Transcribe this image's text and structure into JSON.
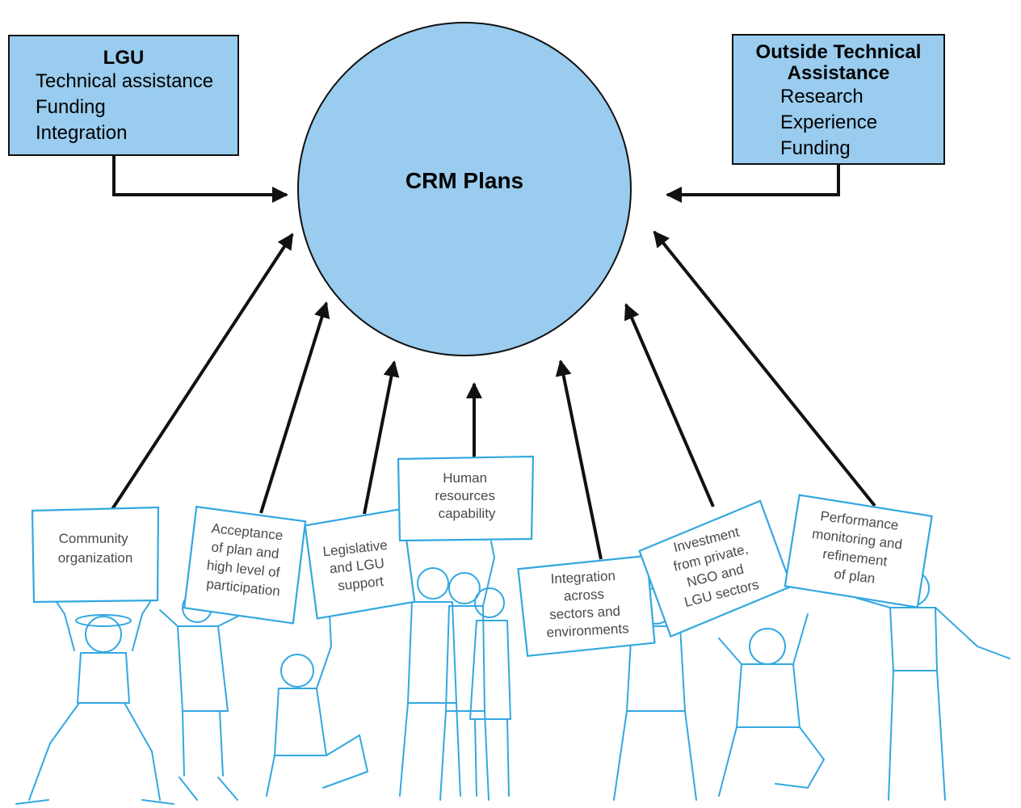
{
  "center": {
    "label": "CRM Plans",
    "color": "#99ccee"
  },
  "lgu": {
    "title": "LGU",
    "items": [
      "Technical assistance",
      "Funding",
      "Integration"
    ]
  },
  "outside": {
    "title_line1": "Outside Technical",
    "title_line2": "Assistance",
    "items": [
      "Research",
      "Experience",
      "Funding"
    ]
  },
  "signs": [
    {
      "lines": [
        "Community",
        "organization"
      ]
    },
    {
      "lines": [
        "Acceptance",
        "of plan and",
        "high level of",
        "participation"
      ]
    },
    {
      "lines": [
        "Legislative",
        "and LGU",
        "support"
      ]
    },
    {
      "lines": [
        "Human",
        "resources",
        "capability"
      ]
    },
    {
      "lines": [
        "Integration",
        "across",
        "sectors and",
        "environments"
      ]
    },
    {
      "lines": [
        "Investment",
        "from private,",
        "NGO and",
        "LGU sectors"
      ]
    },
    {
      "lines": [
        "Performance",
        "monitoring and",
        "refinement",
        "of plan"
      ]
    }
  ],
  "colors": {
    "box_fill": "#99ccee",
    "sketch": "#33a8e0",
    "arrow": "#111111"
  }
}
